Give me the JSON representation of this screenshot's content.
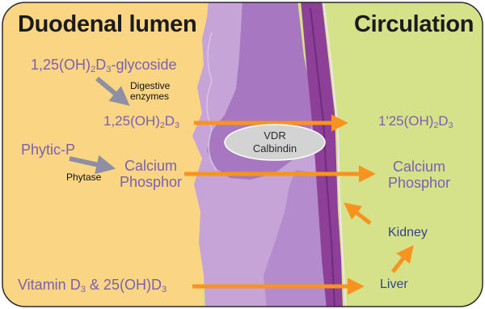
{
  "panels": {
    "left_title": "Duodenal lumen",
    "right_title": "Circulation"
  },
  "labels": {
    "glycoside_pre": "1,25(OH)",
    "glycoside_sub1": "2",
    "glycoside_mid": "D",
    "glycoside_sub2": "3",
    "glycoside_post": "-glycoside",
    "enzymes_line1": "Digestive",
    "enzymes_line2": "enzymes",
    "calcitriol_pre": "1,25(OH)",
    "calcitriol_sub1": "2",
    "calcitriol_mid": "D",
    "calcitriol_sub2": "3",
    "phytic": "Phytic-P",
    "phytase": "Phytase",
    "calcium_left": "Calcium",
    "phosphor_left": "Phosphor",
    "oval_line1": "VDR",
    "oval_line2": "Calbindin",
    "circ_calcitriol_pre": "1'25(OH)",
    "circ_calcitriol_sub1": "2",
    "circ_calcitriol_mid": "D",
    "circ_calcitriol_sub2": "3",
    "calcium_right": "Calcium",
    "phosphor_right": "Phosphor",
    "kidney": "Kidney",
    "liver": "Liver",
    "vitd_pre": "Vitamin D",
    "vitd_sub1": "3",
    "vitd_mid": " & 25(OH)D",
    "vitd_sub2": "3"
  },
  "colors": {
    "lumen": "#fad584",
    "circulation": "#d6e28a",
    "arrow_orange": "#f7931e",
    "arrow_gray": "#8f8fa3",
    "tissue_dark": "#8e3f97",
    "tissue_mid": "#a777c2",
    "tissue_light": "#c7a4d8",
    "oval": "#d3d3d3"
  }
}
